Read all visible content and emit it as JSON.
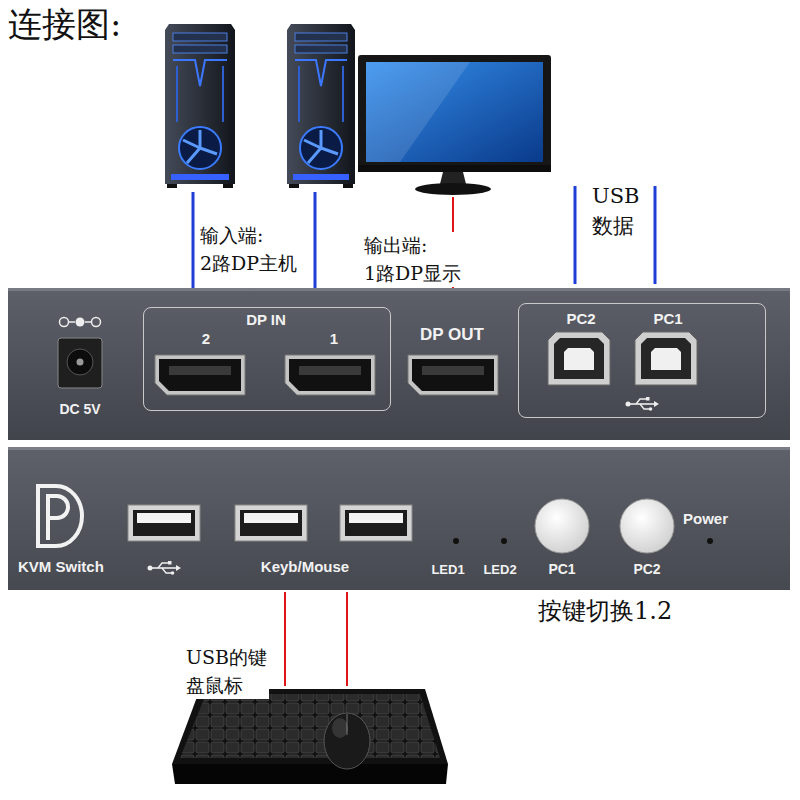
{
  "diagram": {
    "title": "连接图:",
    "nodes": [
      {
        "text": [
          "DC 5V",
          "DP OUT"
        ]
      },
      {
        "text": [
          "DP IN",
          "2",
          "1"
        ],
        "in": 0
      },
      {
        "text": [
          "PC2",
          "PC1"
        ],
        "in": 0
      },
      {
        "text": [
          "KVM Switch",
          "Keyb/Mouse",
          "LED1",
          "LED2",
          "PC1",
          "PC2",
          "Power"
        ]
      }
    ],
    "labels": [
      "输入端: 2路DP主机",
      "输出端: 1路DP显示",
      "USB 数据",
      "按键切换1.2",
      "USB的键 盘鼠标"
    ]
  }
}
